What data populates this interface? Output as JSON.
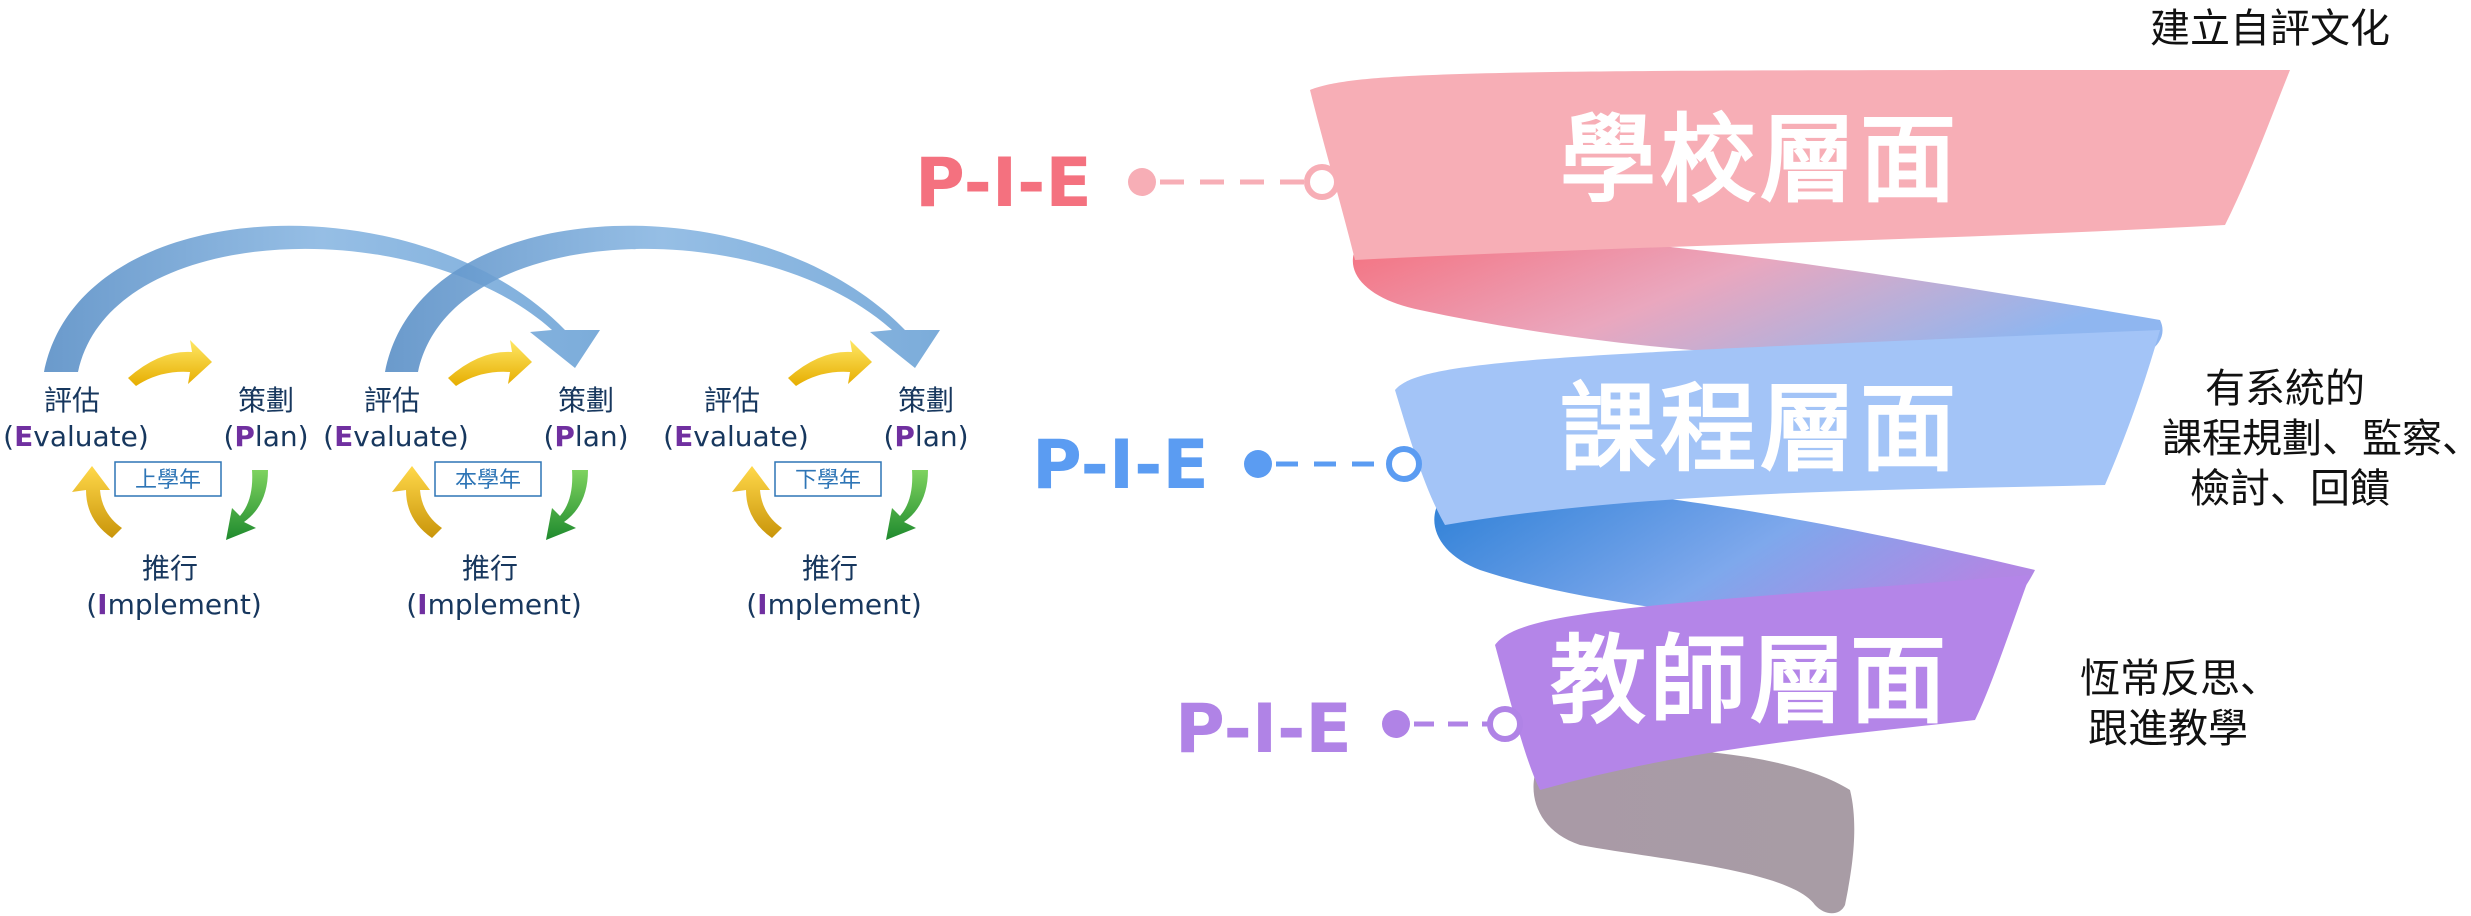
{
  "cycles": [
    {
      "evaluate_zh": "評估",
      "evaluate_letter": "E",
      "evaluate_rest": "valuate",
      "plan_zh": "策劃",
      "plan_letter": "P",
      "plan_rest": "lan",
      "implement_zh": "推行",
      "implement_letter": "I",
      "implement_rest": "mplement",
      "year": "上學年"
    },
    {
      "evaluate_zh": "評估",
      "evaluate_letter": "E",
      "evaluate_rest": "valuate",
      "plan_zh": "策劃",
      "plan_letter": "P",
      "plan_rest": "lan",
      "implement_zh": "推行",
      "implement_letter": "I",
      "implement_rest": "mplement",
      "year": "本學年"
    },
    {
      "evaluate_zh": "評估",
      "evaluate_letter": "E",
      "evaluate_rest": "valuate",
      "plan_zh": "策劃",
      "plan_letter": "P",
      "plan_rest": "lan",
      "implement_zh": "推行",
      "implement_letter": "I",
      "implement_rest": "mplement",
      "year": "下學年"
    }
  ],
  "layers": [
    {
      "pie": "P-I-E",
      "title": "學校層面",
      "color": "#f4717f"
    },
    {
      "pie": "P-I-E",
      "title": "課程層面",
      "color": "#5b9cf2"
    },
    {
      "pie": "P-I-E",
      "title": "教師層面",
      "color": "#b083e6"
    }
  ],
  "side_notes": {
    "school": "建立自評文化",
    "curriculum_line1": "有系統的",
    "curriculum_line2": "課程規劃、監察、",
    "curriculum_line3": "檢討、回饋",
    "teacher_line1": "恆常反思、",
    "teacher_line2": "跟進教學"
  },
  "colors": {
    "cycle_text": "#17375e",
    "cycle_letter": "#7030a0",
    "arc_blue": "#6fa3d6",
    "arrow_yellow": "#f2c318",
    "arrow_green": "#2e9b3a",
    "arrow_gold": "#d9a70f"
  }
}
